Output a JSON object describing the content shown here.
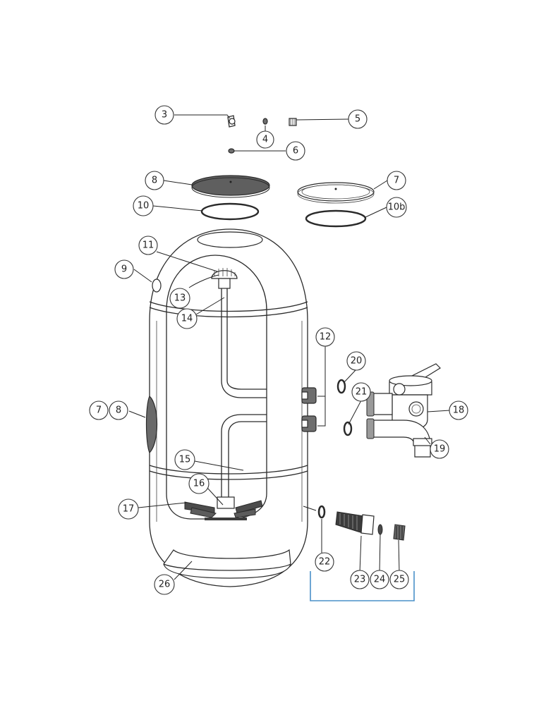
{
  "diagram": {
    "callouts": {
      "c3": "3",
      "c4": "4",
      "c5": "5",
      "c6": "6",
      "c8_top": "8",
      "c7_top": "7",
      "c10": "10",
      "c10b": "10b",
      "c11": "11",
      "c9": "9",
      "c13": "13",
      "c14": "14",
      "c12": "12",
      "c20": "20",
      "c21": "21",
      "c18": "18",
      "c19": "19",
      "c7_side": "7",
      "c8_side": "8",
      "c15": "15",
      "c16": "16",
      "c17": "17",
      "c22": "22",
      "c23": "23",
      "c24": "24",
      "c25": "25",
      "c26": "26"
    },
    "colors": {
      "line": "#2a2a2a",
      "dark_fill": "#6e6e6e",
      "bracket": "#4a90c8"
    }
  }
}
